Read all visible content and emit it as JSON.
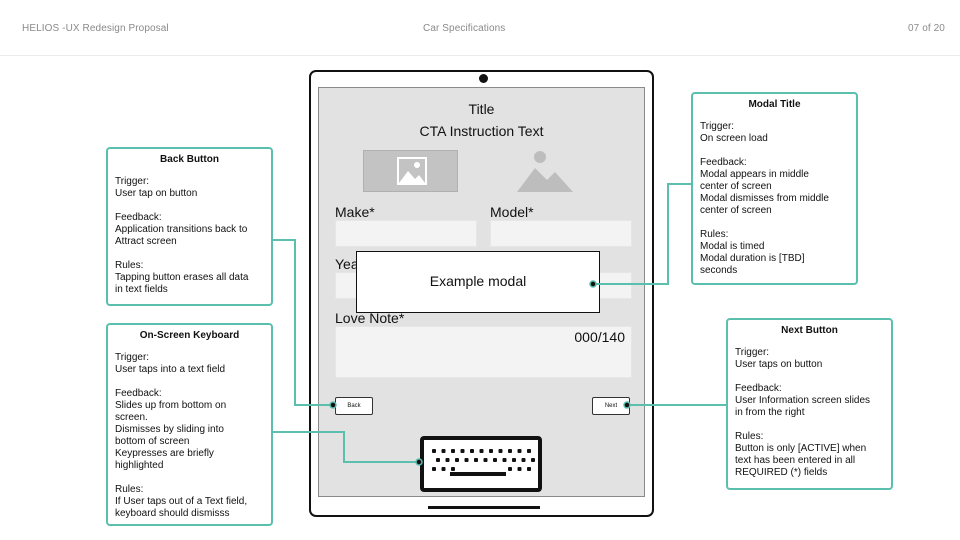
{
  "header": {
    "left": "HELIOS -UX Redesign Proposal",
    "center": "Car Specifications",
    "right": "07 of 20"
  },
  "screen": {
    "title": "Title",
    "cta": "CTA Instruction Text",
    "make_label": "Make*",
    "model_label": "Model*",
    "year_label": "Yea",
    "love_note_label": "Love Note*",
    "counter": "000/140",
    "back_label": "Back",
    "next_label": "Next",
    "modal_text": "Example modal"
  },
  "annotations": {
    "back": {
      "title": "Back Button",
      "lines": [
        "Trigger:",
        "User tap on button",
        "",
        "Feedback:",
        "Application transitions back to",
        "Attract screen",
        "",
        "Rules:",
        "Tapping button erases all data",
        "in text fields"
      ]
    },
    "keyboard": {
      "title": "On-Screen Keyboard",
      "lines": [
        "Trigger:",
        "User taps into a text field",
        "",
        "Feedback:",
        "Slides up from bottom on",
        "screen.",
        "Dismisses by sliding into",
        "bottom of screen",
        "Keypresses are briefly",
        "highlighted",
        "",
        "Rules:",
        "If User taps out of a Text field,",
        "keyboard should dismisss"
      ]
    },
    "modal": {
      "title": "Modal Title",
      "lines": [
        "Trigger:",
        "On screen load",
        "",
        "Feedback:",
        "Modal appears in middle",
        "center of screen",
        "Modal dismisses from middle",
        "center of screen",
        "",
        "Rules:",
        "Modal is timed",
        "Modal duration is [TBD]",
        "seconds"
      ]
    },
    "next": {
      "title": "Next Button",
      "lines": [
        "Trigger:",
        "User taps on button",
        "",
        "Feedback:",
        "User Information screen slides",
        "in from the right",
        "",
        "Rules:",
        "Button is only [ACTIVE] when",
        "text has been entered in all",
        "REQUIRED (*) fields"
      ]
    }
  },
  "colors": {
    "accent": "#5bbfae",
    "screen_bg": "#e2e2e2"
  },
  "icons": [
    "image-placeholder-icon",
    "mountain-image-icon",
    "keyboard-icon"
  ]
}
